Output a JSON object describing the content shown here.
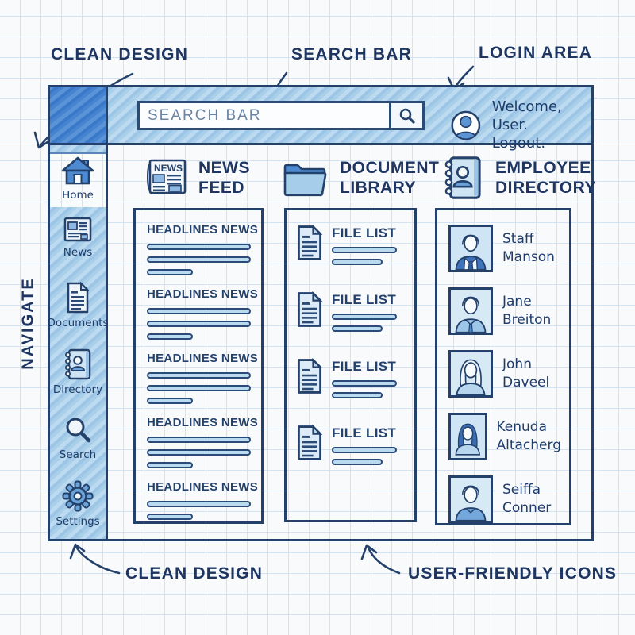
{
  "annotations": {
    "clean_design_top": "CLEAN DESIGN",
    "search_bar": "SEARCH BAR",
    "login_area": "LOGIN AREA",
    "navigate": "NAVIGATE",
    "clean_design_bottom": "CLEAN DESIGN",
    "user_friendly_icons": "USER-FRIENDLY ICONS"
  },
  "header": {
    "search_placeholder": "SEARCH BAR",
    "welcome": "Welcome, User.",
    "logout": "Logout."
  },
  "sidebar": {
    "items": [
      {
        "label": "Home",
        "icon": "home-icon"
      },
      {
        "label": "News",
        "icon": "newspaper-icon"
      },
      {
        "label": "Documents",
        "icon": "document-icon"
      },
      {
        "label": "Directory",
        "icon": "address-book-icon"
      },
      {
        "label": "Search",
        "icon": "search-icon"
      },
      {
        "label": "Settings",
        "icon": "gear-icon"
      }
    ]
  },
  "columns": {
    "news": {
      "title1": "NEWS",
      "title2": "FEED",
      "icon": "newspaper-icon",
      "icon_text": "NEWS",
      "blocks": [
        {
          "title": "HEADLINES NEWS"
        },
        {
          "title": "HEADLINES NEWS"
        },
        {
          "title": "HEADLINES NEWS"
        },
        {
          "title": "HEADLINES NEWS"
        },
        {
          "title": "HEADLINES NEWS"
        }
      ]
    },
    "documents": {
      "title1": "DOCUMENT",
      "title2": "LIBRARY",
      "icon": "folder-icon",
      "files": [
        {
          "title": "FILE LIST"
        },
        {
          "title": "FILE LIST"
        },
        {
          "title": "FILE LIST"
        },
        {
          "title": "FILE LIST"
        }
      ]
    },
    "directory": {
      "title1": "EMPLOYEE",
      "title2": "DIRECTORY",
      "icon": "address-book-icon",
      "employees": [
        {
          "first": "Staff",
          "last": "Manson"
        },
        {
          "first": "Jane",
          "last": "Breiton"
        },
        {
          "first": "John",
          "last": "Daveel"
        },
        {
          "first": "Kenuda",
          "last": "Altacherg"
        },
        {
          "first": "Seiffa",
          "last": "Conner"
        }
      ]
    }
  },
  "palette": {
    "ink": "#24416b",
    "annotation_ink": "#1d3560",
    "fill_dark_blue": "#3f7ecc",
    "fill_mid_blue": "#5b94d4",
    "fill_light_blue": "#a9cfe9",
    "paper": "#f8fafc",
    "grid_line": "#d4e3f1",
    "placeholder_text": "#6c84a3"
  }
}
